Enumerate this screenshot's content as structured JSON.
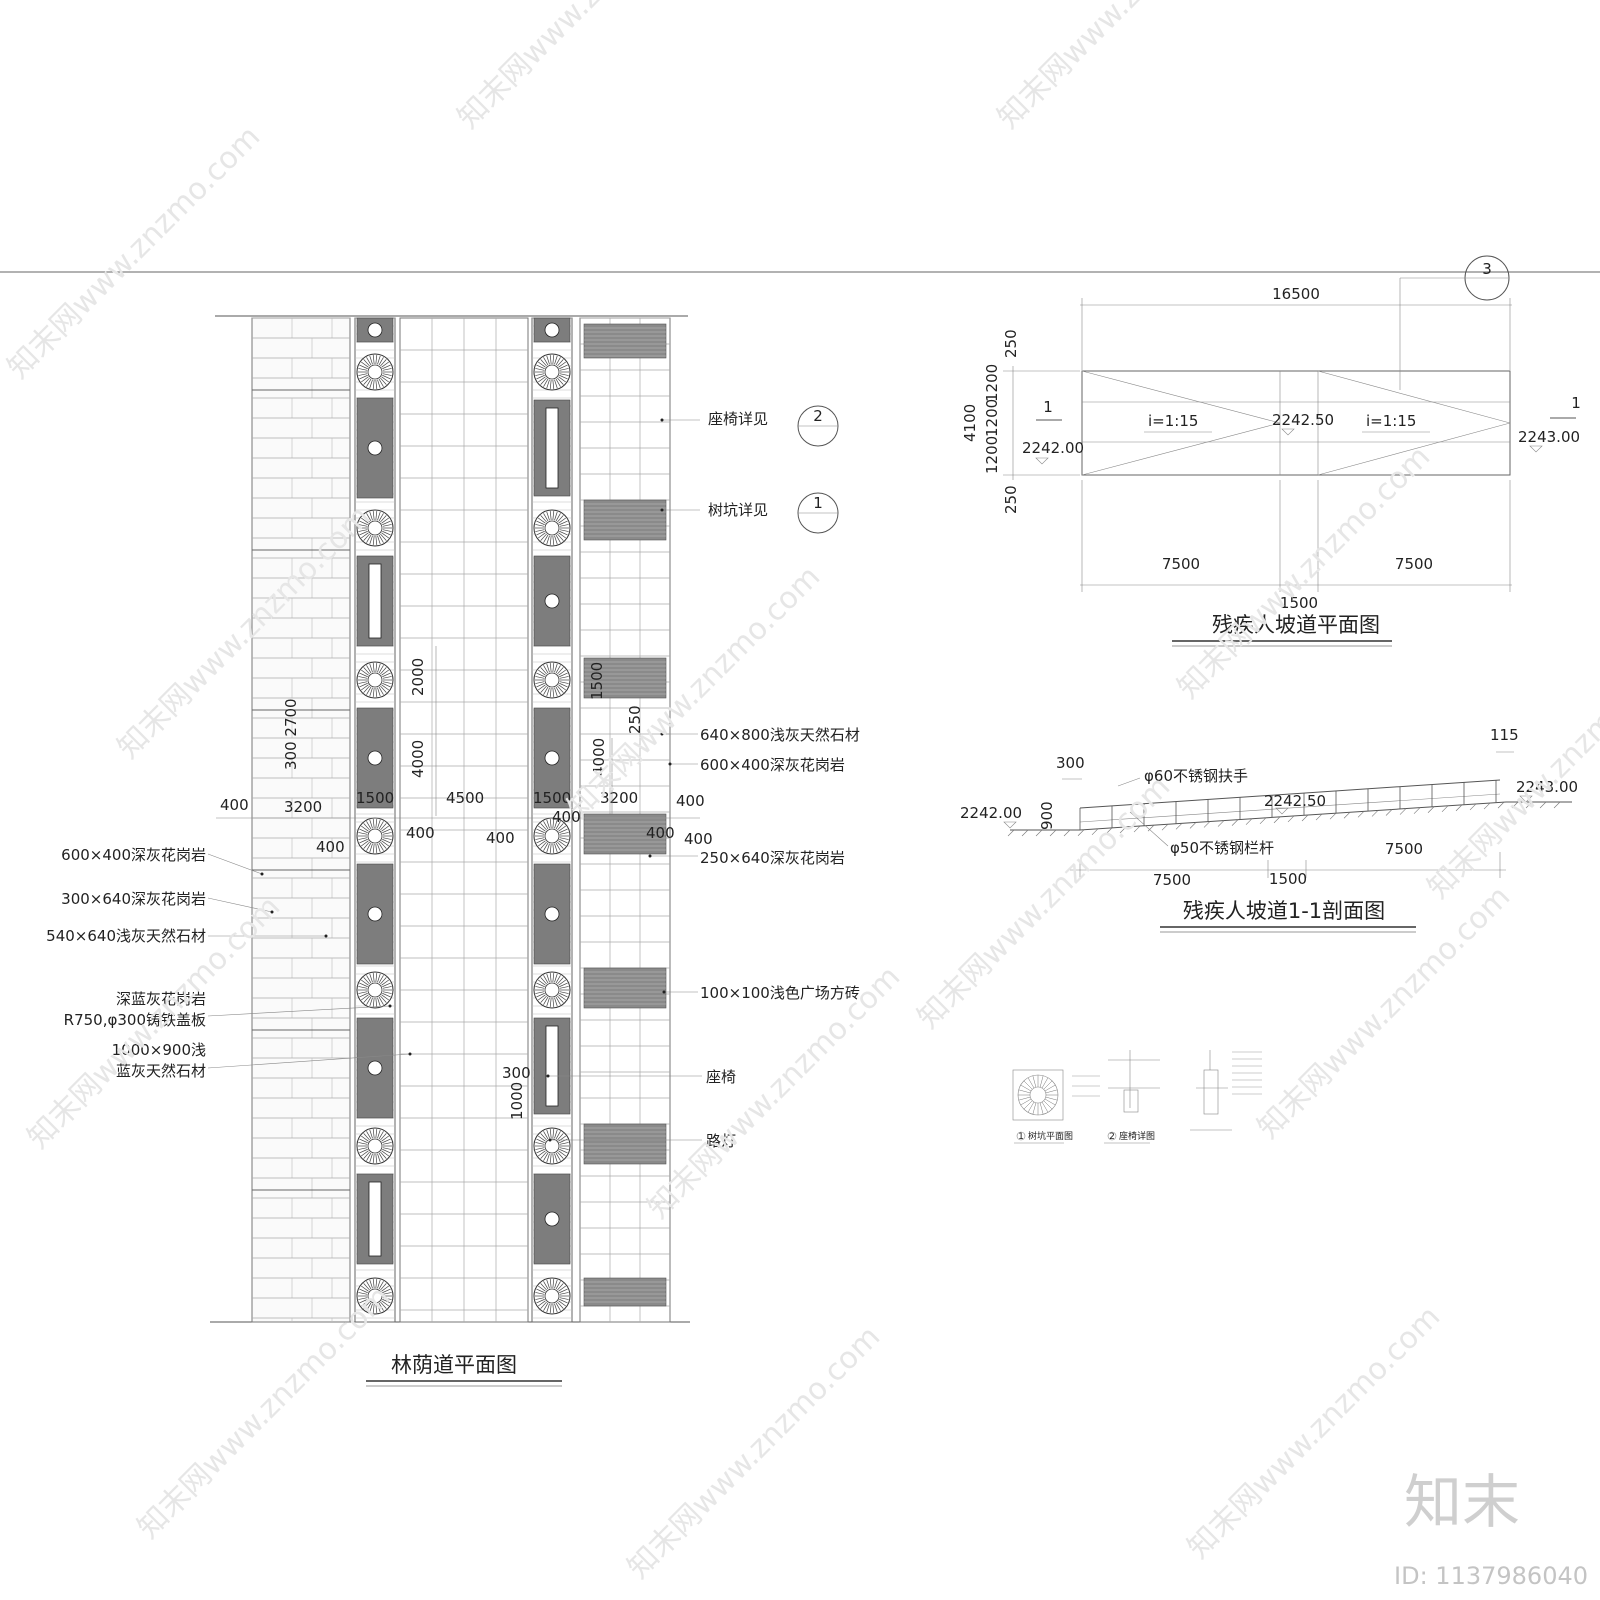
{
  "plan": {
    "title": "林荫道平面图",
    "left_dims": {
      "a": "400",
      "b": "3200",
      "c": "1500",
      "d": "400",
      "e": "400",
      "v1": "300 2700"
    },
    "center_dims": {
      "v2000": "2000",
      "v4000": "4000",
      "h4500": "4500",
      "h1500": "1500",
      "h400": "400",
      "h400b": "400"
    },
    "right_dims": {
      "h1500": "1500",
      "h400": "400",
      "h3200": "3200",
      "h400b": "400",
      "h400c": "400",
      "h400d": "400",
      "v1500": "1500",
      "v250": "250",
      "v4000": "4000",
      "v300": "300",
      "v1000": "1000"
    },
    "left_labels": [
      "600×400深灰花岗岩",
      "300×640深灰花岗岩",
      "540×640浅灰天然石材",
      "深蓝灰花岗岩",
      "R750,φ300铸铁盖板",
      "1000×900浅",
      "蓝灰天然石材"
    ],
    "right_labels": [
      "座椅详见",
      "树坑详见",
      "640×800浅灰天然石材",
      "600×400深灰花岗岩",
      "250×640深灰花岗岩",
      "100×100浅色广场方砖",
      "座椅",
      "路灯"
    ],
    "refs": {
      "seat": "2",
      "pit": "1"
    }
  },
  "ramp_plan": {
    "title": "残疾人坡道平面图",
    "total": "16500",
    "ref": "3",
    "left_vertical": [
      "250",
      "1200",
      "1200",
      "1200",
      "250"
    ],
    "overall_height": "4100",
    "slope_left": "i=1:15",
    "slope_right": "i=1:15",
    "elev_left": "2242.00",
    "elev_mid": "2242.50",
    "elev_right": "2243.00",
    "section_mark": "1",
    "bottom": [
      "7500",
      "1500",
      "7500"
    ]
  },
  "ramp_section": {
    "title": "残疾人坡道1-1剖面图",
    "handrail": "φ60不锈钢扶手",
    "railing": "φ50不锈钢栏杆",
    "d300": "300",
    "d900": "900",
    "d115": "115",
    "elev_left": "2242.00",
    "elev_mid": "2242.50",
    "elev_right": "2243.00",
    "bottom": [
      "7500",
      "1500",
      "7500"
    ]
  },
  "details": {
    "pit_caption": "树坑平面图",
    "seat_caption": "座椅详图",
    "n1": "1",
    "n2": "2"
  },
  "brand": {
    "logo": "知末",
    "id": "ID: 1137986040"
  },
  "watermark": "知末网www.znzmo.com"
}
